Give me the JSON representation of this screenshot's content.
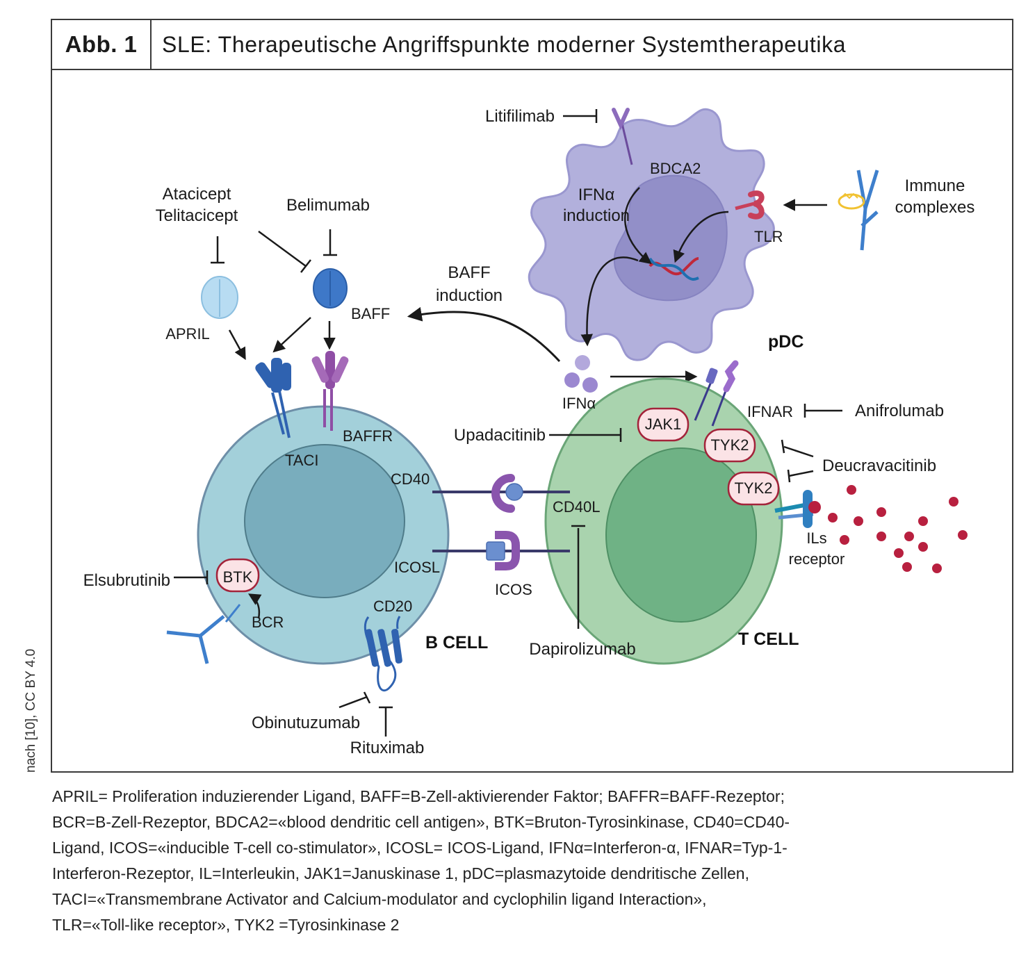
{
  "figure": {
    "number": "Abb. 1",
    "title": "SLE: Therapeutische Angriffspunkte moderner Systemtherapeutika",
    "credit": "nach [10], CC BY 4.0"
  },
  "colors": {
    "b_cell_outer": "#a3d0da",
    "b_cell_inner": "#79adbd",
    "t_cell_outer": "#a9d3ae",
    "t_cell_inner": "#6fb285",
    "pdc": "#b2b0dc",
    "pdc_nucleus": "#928fc8",
    "kinase_fill": "#fbe3e6",
    "kinase_border": "#a3233a",
    "cytokine": "#b8203f",
    "receptor_blue": "#2f62b0",
    "receptor_purple": "#8f4ea5"
  },
  "diagram": {
    "cells": {
      "b_cell": "B CELL",
      "t_cell": "T CELL",
      "pdc": "pDC"
    },
    "drugs": {
      "atacicept": "Atacicept",
      "telitacicept": "Telitacicept",
      "belimumab": "Belimumab",
      "litifilimab": "Litifilimab",
      "upadacitinib": "Upadacitinib",
      "anifrolumab": "Anifrolumab",
      "deucravacitinib": "Deucravacitinib",
      "elsubrutinib": "Elsubrutinib",
      "dapirolizumab": "Dapirolizumab",
      "obinutuzumab": "Obinutuzumab",
      "rituximab": "Rituximab"
    },
    "molecules": {
      "april": "APRIL",
      "baff": "BAFF",
      "taci": "TACI",
      "baffr": "BAFFR",
      "cd40": "CD40",
      "cd40l": "CD40L",
      "icosl": "ICOSL",
      "icos": "ICOS",
      "btk": "BTK",
      "bcr": "BCR",
      "cd20": "CD20",
      "jak1": "JAK1",
      "tyk2_a": "TYK2",
      "tyk2_b": "TYK2",
      "ifnar": "IFNAR",
      "ifna": "IFNα",
      "ils_receptor_1": "ILs",
      "ils_receptor_2": "receptor",
      "bdca2": "BDCA2",
      "tlr": "TLR",
      "immune_complexes_1": "Immune",
      "immune_complexes_2": "complexes"
    },
    "processes": {
      "ifna_induction_1": "IFNα",
      "ifna_induction_2": "induction",
      "baff_induction_1": "BAFF",
      "baff_induction_2": "induction"
    }
  },
  "caption": {
    "lines": [
      "APRIL= Proliferation induzierender Ligand, BAFF=B-Zell-aktivierender Faktor; BAFFR=BAFF-Rezeptor;",
      "BCR=B-Zell-Rezeptor, BDCA2=«blood dendritic cell antigen», BTK=Bruton-Tyrosinkinase, CD40=CD40-",
      "Ligand, ICOS=«inducible T-cell co-stimulator», ICOSL= ICOS-Ligand, IFNα=Interferon-α, IFNAR=Typ-1-",
      "Interferon-Rezeptor, IL=Interleukin, JAK1=Januskinase 1, pDC=plasmazytoide dendritische Zellen,",
      "TACI=«Transmembrane Activator and Calcium-modulator and cyclophilin ligand Interaction»,",
      "TLR=«Toll-like receptor», TYK2 =Tyrosinkinase 2"
    ]
  }
}
